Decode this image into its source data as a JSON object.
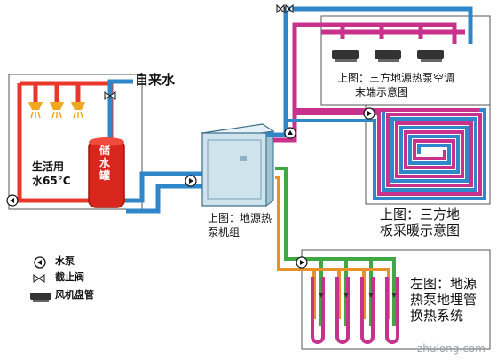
{
  "labels": {
    "tap_water": "自来水",
    "tank": "储水罐",
    "domestic_water": "生活用",
    "temperature": "水65°C",
    "unit_caption_1": "上图：地源热",
    "unit_caption_2": "泵机组",
    "ac_caption_1": "上图：三方地源热泵空调",
    "ac_caption_2": "末端示意图",
    "floor_caption_1": "上图：三方地",
    "floor_caption_2": "板采暖示意图",
    "ground_caption_1": "左图：地源",
    "ground_caption_2": "热泵地埋管",
    "ground_caption_3": "换热系统"
  },
  "legend": [
    {
      "icon": "pump-icon",
      "label": "水泵"
    },
    {
      "icon": "valve-icon",
      "label": "截止阀"
    },
    {
      "icon": "fan-coil-icon",
      "label": "风机盘管"
    }
  ],
  "watermark": "zhulong.com",
  "colors": {
    "hot": "#e8382c",
    "cold": "#2f86c9",
    "magenta": "#c8328c",
    "green": "#3fa844",
    "orange": "#e8902a",
    "tank": "#d8261c",
    "unit": "#cfe3ec"
  }
}
